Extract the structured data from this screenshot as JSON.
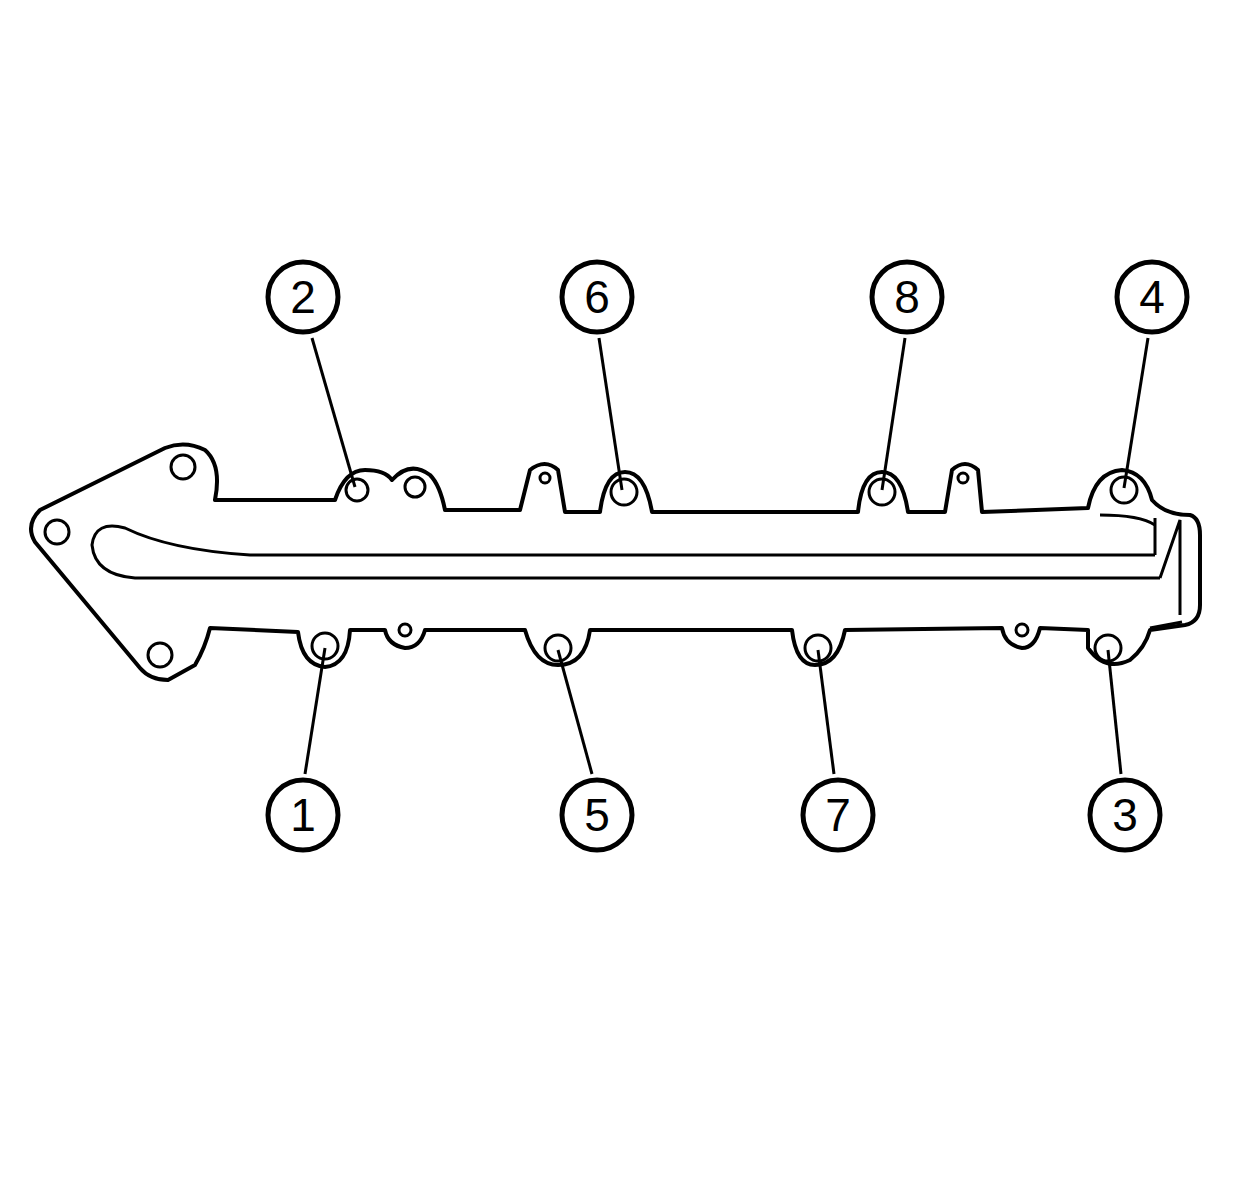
{
  "diagram": {
    "nodes": [
      {
        "text": [
          "2"
        ]
      },
      {
        "text": [
          "6"
        ]
      },
      {
        "text": [
          "8"
        ]
      },
      {
        "text": [
          "4"
        ]
      },
      {
        "text": [
          "1"
        ]
      },
      {
        "text": [
          "5"
        ]
      },
      {
        "text": [
          "7"
        ]
      },
      {
        "text": [
          "3"
        ]
      }
    ]
  }
}
